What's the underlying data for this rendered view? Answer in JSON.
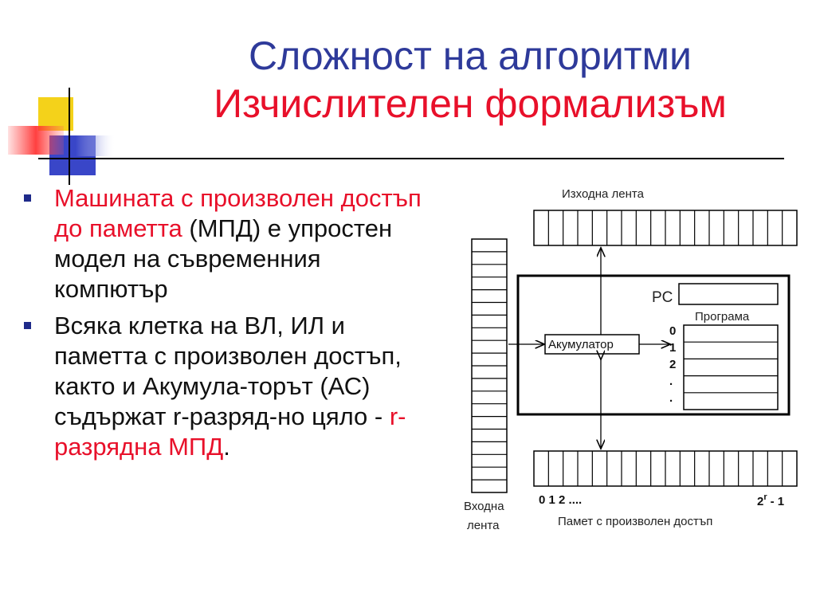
{
  "title": {
    "line1": "Сложност на алгоритми",
    "line2": "Изчислителен формализъм"
  },
  "bullets": [
    {
      "red_part": "Машината с произволен достъп до паметта",
      "rest": " (МПД) е упростен модел на съвременния компютър"
    },
    {
      "text": "Всяка клетка на ВЛ, ИЛ и паметта с произволен достъп, както и Акумула-торът (АС) съдържат r-разряд-но цяло - ",
      "red_part": "r-разрядна МПД",
      "end": "."
    }
  ],
  "diagram": {
    "output_tape_label": "Изходна лента",
    "pc_label": "PC",
    "program_label": "Програма",
    "accumulator_label": "Акумулатор",
    "program_indices": [
      "0",
      "1",
      "2",
      ".",
      "."
    ],
    "memory_start_label": "0 1 2 ....",
    "memory_end_label": "2r - 1",
    "memory_end_base": "2",
    "memory_end_exp": "r",
    "memory_end_tail": "- 1",
    "input_tape_label_1": "Входна",
    "input_tape_label_2": "лента",
    "memory_label": "Памет с произволен достъп"
  },
  "colors": {
    "title_blue": "#2e3a9a",
    "accent_red": "#e8102a",
    "bullet_blue": "#1e2a8a"
  }
}
